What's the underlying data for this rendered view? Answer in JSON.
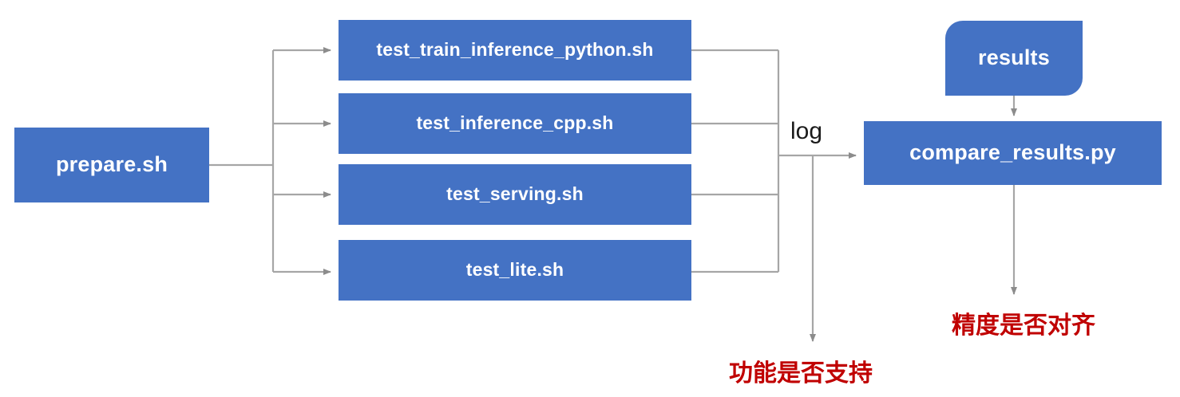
{
  "diagram": {
    "title": "PaddlePaddle TIPC test pipeline flow",
    "colors": {
      "node_fill": "#4472C4",
      "node_text": "#FFFFFF",
      "connector": "#A6A6A6",
      "annotation_red": "#C00000",
      "label_text": "#1A1A1A",
      "background": "#FFFFFF"
    },
    "nodes": {
      "entry": {
        "id": "prepare",
        "label": "prepare.sh",
        "shape": "rectangle"
      },
      "steps": [
        {
          "id": "test-train-inference-python",
          "label": "test_train_inference_python.sh",
          "shape": "rectangle"
        },
        {
          "id": "test-inference-cpp",
          "label": "test_inference_cpp.sh",
          "shape": "rectangle"
        },
        {
          "id": "test-serving",
          "label": "test_serving.sh",
          "shape": "rectangle"
        },
        {
          "id": "test-lite",
          "label": "test_lite.sh",
          "shape": "rectangle"
        }
      ],
      "results": {
        "id": "results",
        "label": "results",
        "shape": "round-diagonal-corner-rectangle"
      },
      "compare": {
        "id": "compare-results",
        "label": "compare_results.py",
        "shape": "rectangle"
      }
    },
    "edge_labels": [
      {
        "id": "log",
        "label": "log"
      }
    ],
    "annotations": [
      {
        "id": "function-supported",
        "label": "功能是否支持"
      },
      {
        "id": "precision-aligned",
        "label": "精度是否对齐"
      }
    ]
  }
}
